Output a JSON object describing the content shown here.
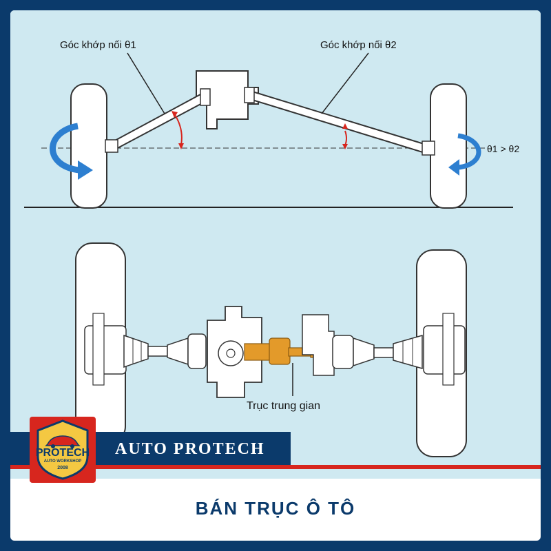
{
  "labels": {
    "joint_angle_1": "Góc khớp nối θ1",
    "joint_angle_2": "Góc khớp nối θ2",
    "angle_compare": "θ1 > θ2",
    "intermediate_shaft": "Trục trung gian"
  },
  "brand": {
    "banner": "AUTO PROTECH",
    "logo_name": "PROTECH",
    "logo_tagline": "AUTO WORKSHOP",
    "logo_year": "2008"
  },
  "title": "BÁN TRỤC Ô TÔ",
  "colors": {
    "navy": "#0b3a6b",
    "red": "#d7261e",
    "arrow_blue": "#2d7fd0",
    "shaft_orange": "#e39a2a",
    "background": "#cfe9f1"
  }
}
